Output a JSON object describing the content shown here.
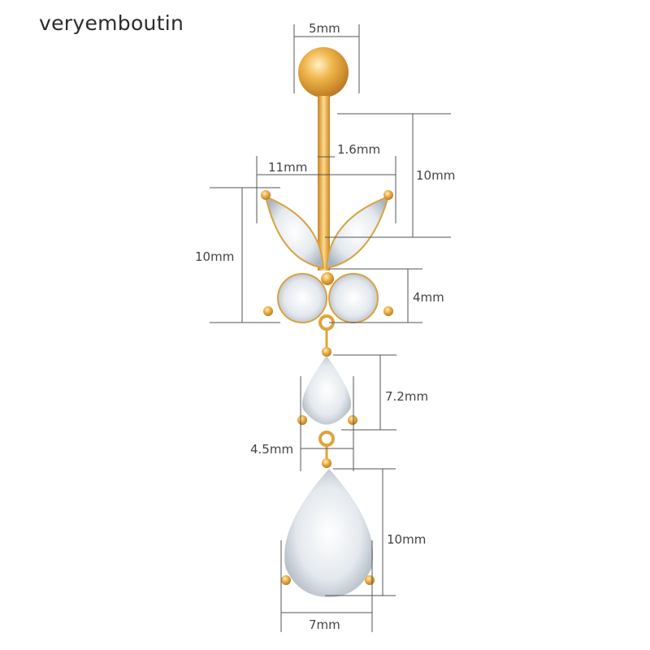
{
  "brand": {
    "name": "veryemboutin"
  },
  "product": {
    "description": "Gold butterfly belly button ring with dangling teardrop crystals",
    "colors": {
      "gold": "#e0a33a",
      "crystal": "#e8eef3",
      "dimension_line": "#555555"
    }
  },
  "dimensions": {
    "ball_width": "5mm",
    "bar_thickness": "1.6mm",
    "bar_length": "10mm",
    "butterfly_width": "11mm",
    "butterfly_height": "10mm",
    "round_stone": "4mm",
    "small_drop_height": "7.2mm",
    "small_drop_width": "4.5mm",
    "large_drop_height": "10mm",
    "large_drop_width": "7mm"
  }
}
